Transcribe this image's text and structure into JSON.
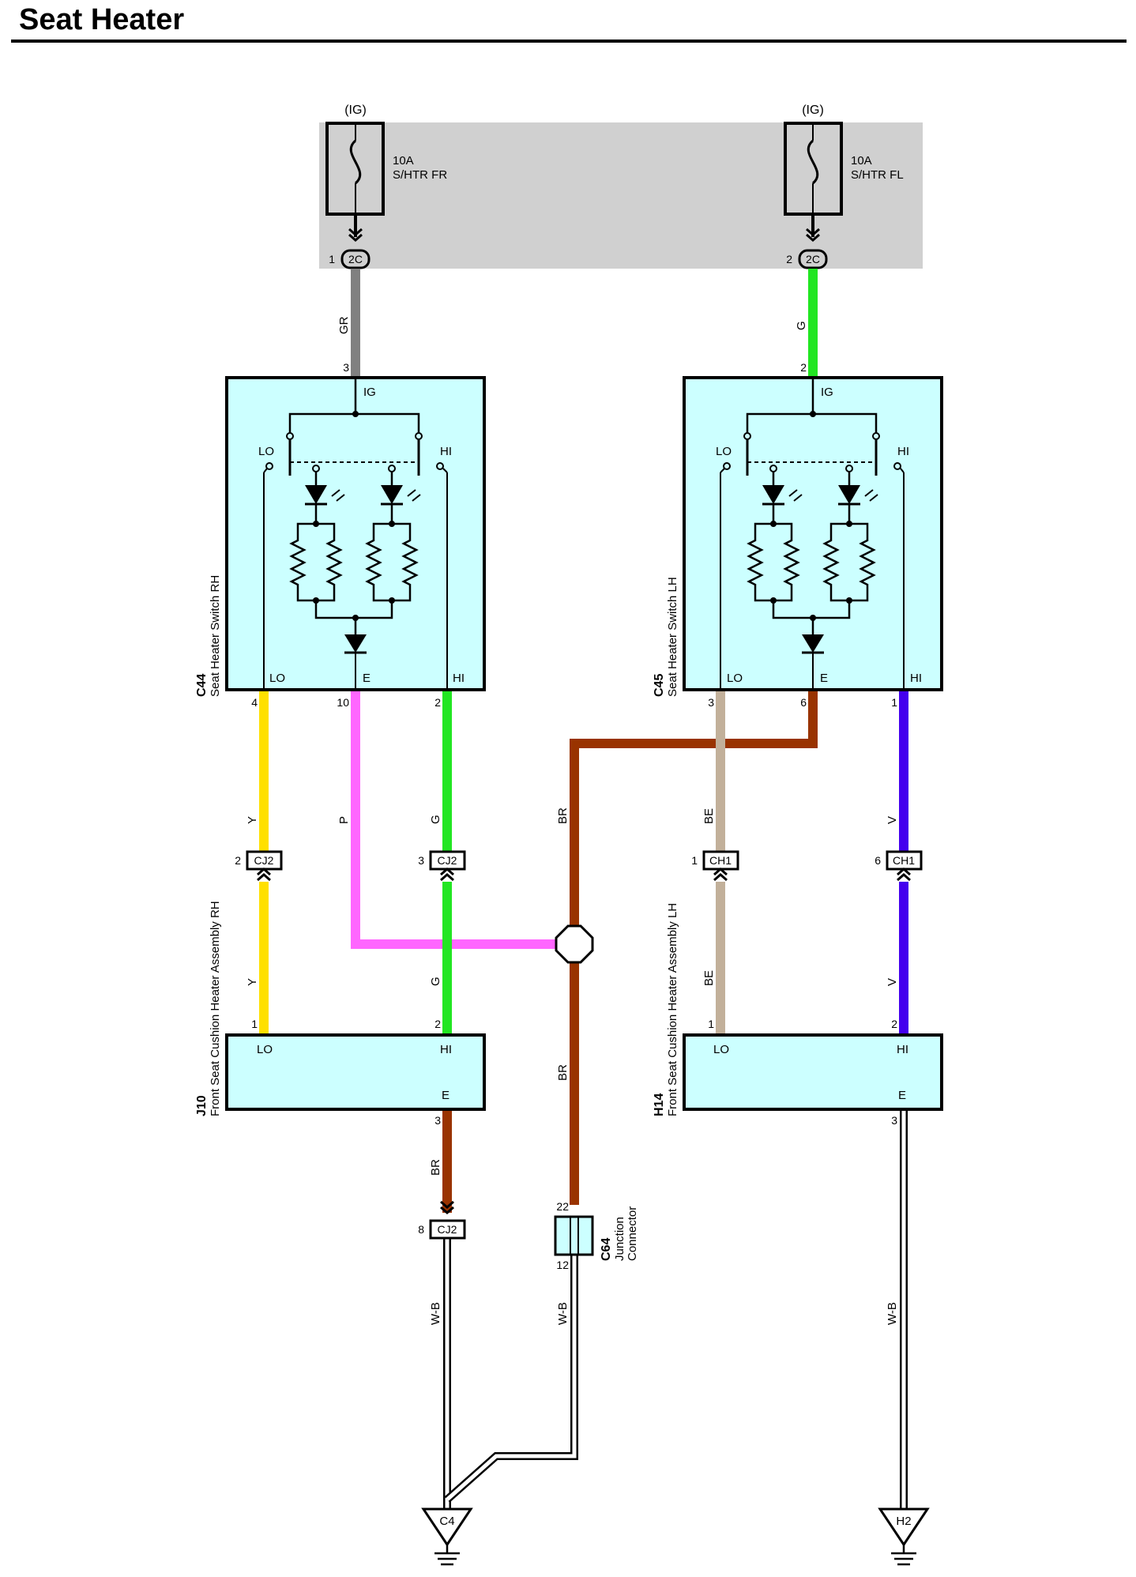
{
  "title": "Seat Heater",
  "colors": {
    "GR": "#808080",
    "G": "#22e622",
    "Y": "#ffe000",
    "P": "#ff66ff",
    "BR": "#993300",
    "BE": "#c2b09a",
    "V": "#4400ee",
    "fuse_box": "#d0d0d0",
    "component_fill": "#ccffff"
  },
  "fuses": [
    {
      "source": "(IG)",
      "rating": "10A",
      "name": "S/HTR FR",
      "connector": "2C",
      "pin": "1"
    },
    {
      "source": "(IG)",
      "rating": "10A",
      "name": "S/HTR FL",
      "connector": "2C",
      "pin": "2"
    }
  ],
  "switches": [
    {
      "id": "C44",
      "name": "Seat Heater Switch RH",
      "terminals": {
        "ig": "IG",
        "lo_top": "LO",
        "hi_top": "HI",
        "lo": "LO",
        "e": "E",
        "hi": "HI"
      },
      "pins": {
        "ig": "3",
        "lo": "4",
        "e": "10",
        "hi": "2"
      }
    },
    {
      "id": "C45",
      "name": "Seat Heater Switch LH",
      "terminals": {
        "ig": "IG",
        "lo_top": "LO",
        "hi_top": "HI",
        "lo": "LO",
        "e": "E",
        "hi": "HI"
      },
      "pins": {
        "ig": "2",
        "lo": "3",
        "e": "6",
        "hi": "1"
      }
    }
  ],
  "heaters": [
    {
      "id": "J10",
      "name": "Front Seat Cushion Heater Assembly RH",
      "terminals": {
        "lo": "LO",
        "hi": "HI",
        "e": "E"
      },
      "pins": {
        "lo": "1",
        "hi": "2",
        "e": "3"
      }
    },
    {
      "id": "H14",
      "name": "Front Seat Cushion Heater Assembly LH",
      "terminals": {
        "lo": "LO",
        "hi": "HI",
        "e": "E"
      },
      "pins": {
        "lo": "1",
        "hi": "2",
        "e": "3"
      }
    }
  ],
  "inline_connectors": [
    {
      "name": "CJ2",
      "pin": "2"
    },
    {
      "name": "CJ2",
      "pin": "3"
    },
    {
      "name": "CH1",
      "pin": "1"
    },
    {
      "name": "CH1",
      "pin": "6"
    },
    {
      "name": "CJ2",
      "pin": "8"
    }
  ],
  "junction_connector": {
    "id": "C64",
    "name_line1": "Junction",
    "name_line2": "Connector",
    "pin_top": "22",
    "pin_bottom": "12"
  },
  "wire_labels": {
    "gr": "GR",
    "g_top": "G",
    "y_upper": "Y",
    "p": "P",
    "g_rh_upper": "G",
    "br_upper": "BR",
    "be_upper": "BE",
    "v_upper": "V",
    "y_lower": "Y",
    "g_rh_lower": "G",
    "br_mid": "BR",
    "be_lower": "BE",
    "v_lower": "V",
    "br_j10": "BR",
    "wb_left": "W-B",
    "wb_mid": "W-B",
    "wb_right": "W-B"
  },
  "grounds": [
    {
      "name": "C4"
    },
    {
      "name": "H2"
    }
  ]
}
